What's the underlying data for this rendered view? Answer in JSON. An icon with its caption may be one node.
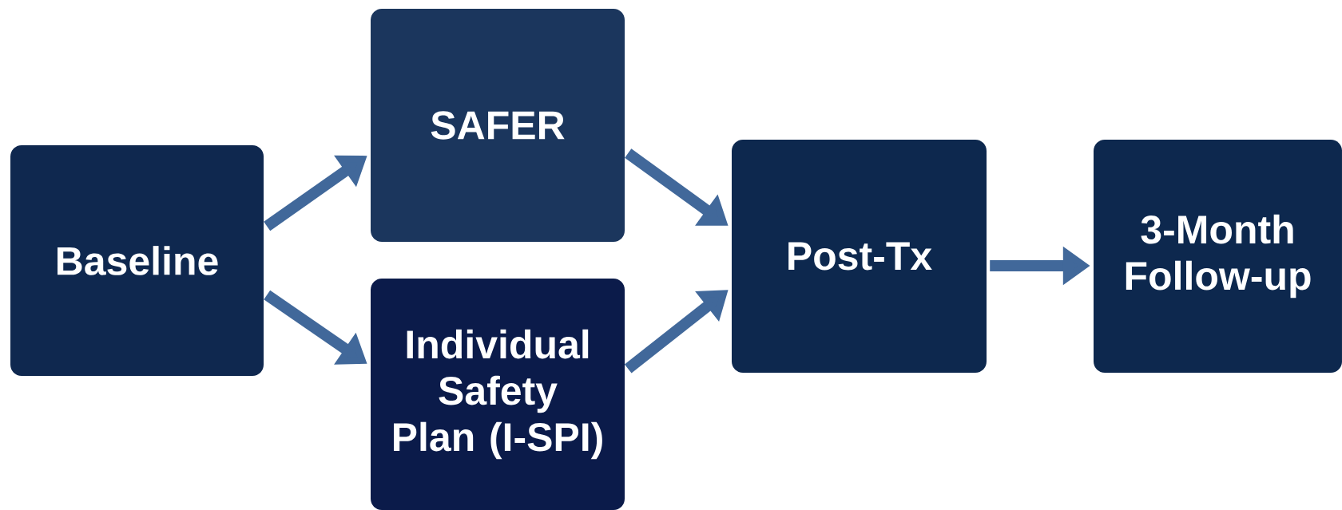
{
  "diagram": {
    "nodes": [
      {
        "text": [
          "Baseline"
        ]
      },
      {
        "text": [
          "SAFER"
        ]
      },
      {
        "text": [
          "Individual Safety Plan (I-SPI)"
        ]
      },
      {
        "text": [
          "Post-Tx"
        ]
      },
      {
        "text": [
          "3-Month Follow-up"
        ]
      }
    ],
    "edges": [
      {
        "from": 0,
        "to": 1,
        "arrow": "to"
      },
      {
        "from": 0,
        "to": 2,
        "arrow": "to"
      },
      {
        "from": 1,
        "to": 3,
        "arrow": "to"
      },
      {
        "from": 2,
        "to": 3,
        "arrow": "to"
      },
      {
        "from": 3,
        "to": 4,
        "arrow": "to"
      }
    ]
  }
}
